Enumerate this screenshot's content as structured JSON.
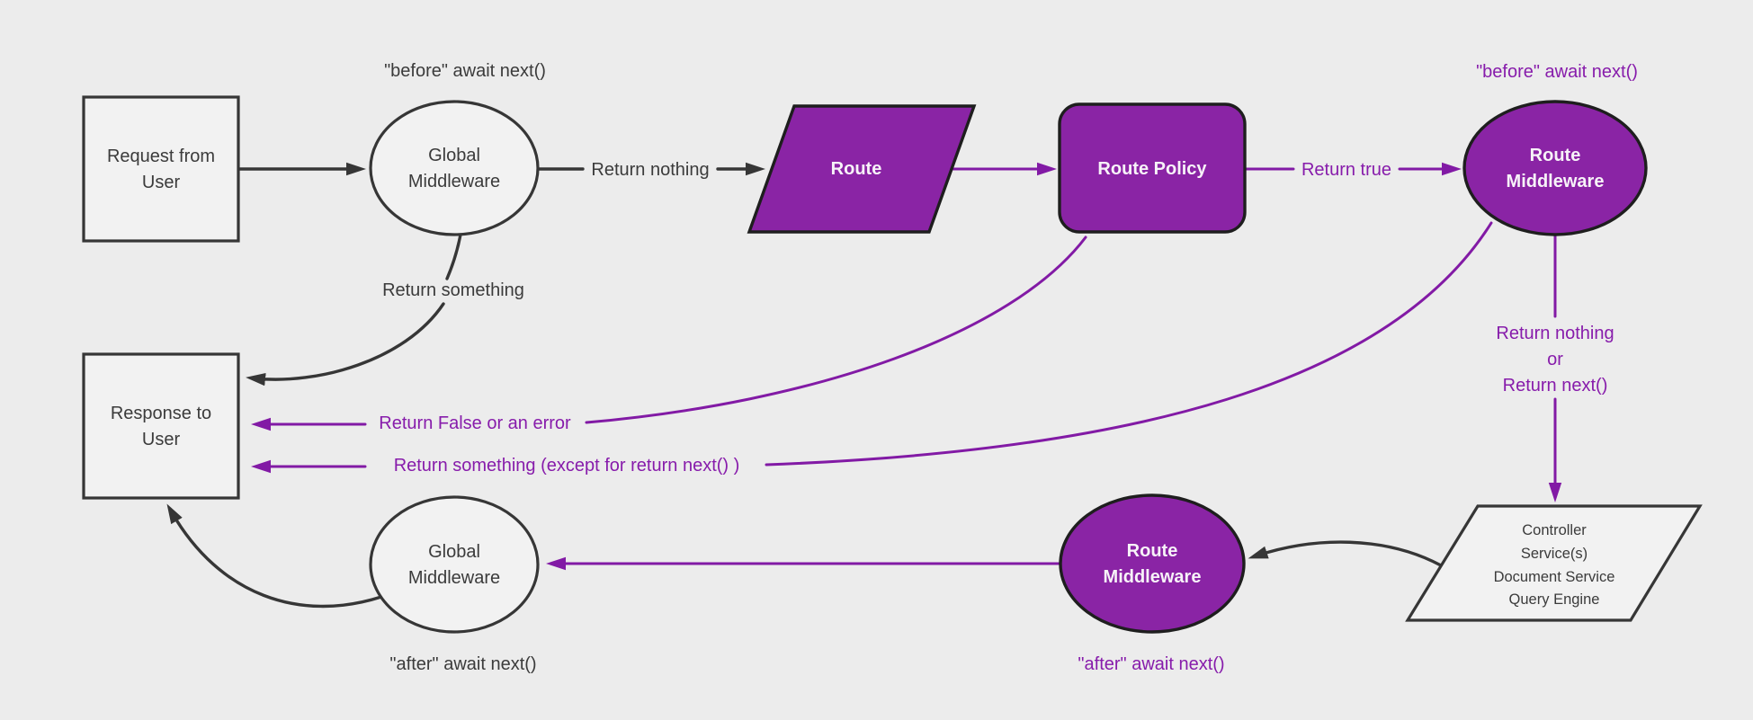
{
  "colors": {
    "background": "#ececec",
    "node-light": "#f2f2f2",
    "ink": "#363636",
    "ink-dark": "#1e1e1e",
    "text-dark": "#3b3b3b",
    "purple-fill": "#8a24a5",
    "purple-line": "#821aa5",
    "purple-text": "#871cab",
    "text-light": "#f7f3f8"
  },
  "nodes": {
    "request": {
      "line1": "Request from",
      "line2": "User"
    },
    "global_mw_top": {
      "line1": "Global",
      "line2": "Middleware"
    },
    "route": {
      "label": "Route"
    },
    "route_policy": {
      "label": "Route Policy"
    },
    "route_mw_top": {
      "line1": "Route",
      "line2": "Middleware"
    },
    "controller": {
      "line1": "Controller",
      "line2": "Service(s)",
      "line3": "Document Service",
      "line4": "Query Engine"
    },
    "route_mw_bottom": {
      "line1": "Route",
      "line2": "Middleware"
    },
    "global_mw_bottom": {
      "line1": "Global",
      "line2": "Middleware"
    },
    "response": {
      "line1": "Response to",
      "line2": "User"
    }
  },
  "edge_labels": {
    "before_global": "\"before\" await next()",
    "return_nothing": "Return nothing",
    "before_route": "\"before\" await next()",
    "return_true": "Return true",
    "return_something": "Return something",
    "return_false_or_error": "Return False or an error",
    "return_something_except": "Return something (except for return next() )",
    "return_nothing_or_line1": "Return nothing",
    "return_nothing_or_line2": "or",
    "return_nothing_or_line3": "Return next()",
    "after_route": "\"after\" await next()",
    "after_global": "\"after\" await next()"
  }
}
